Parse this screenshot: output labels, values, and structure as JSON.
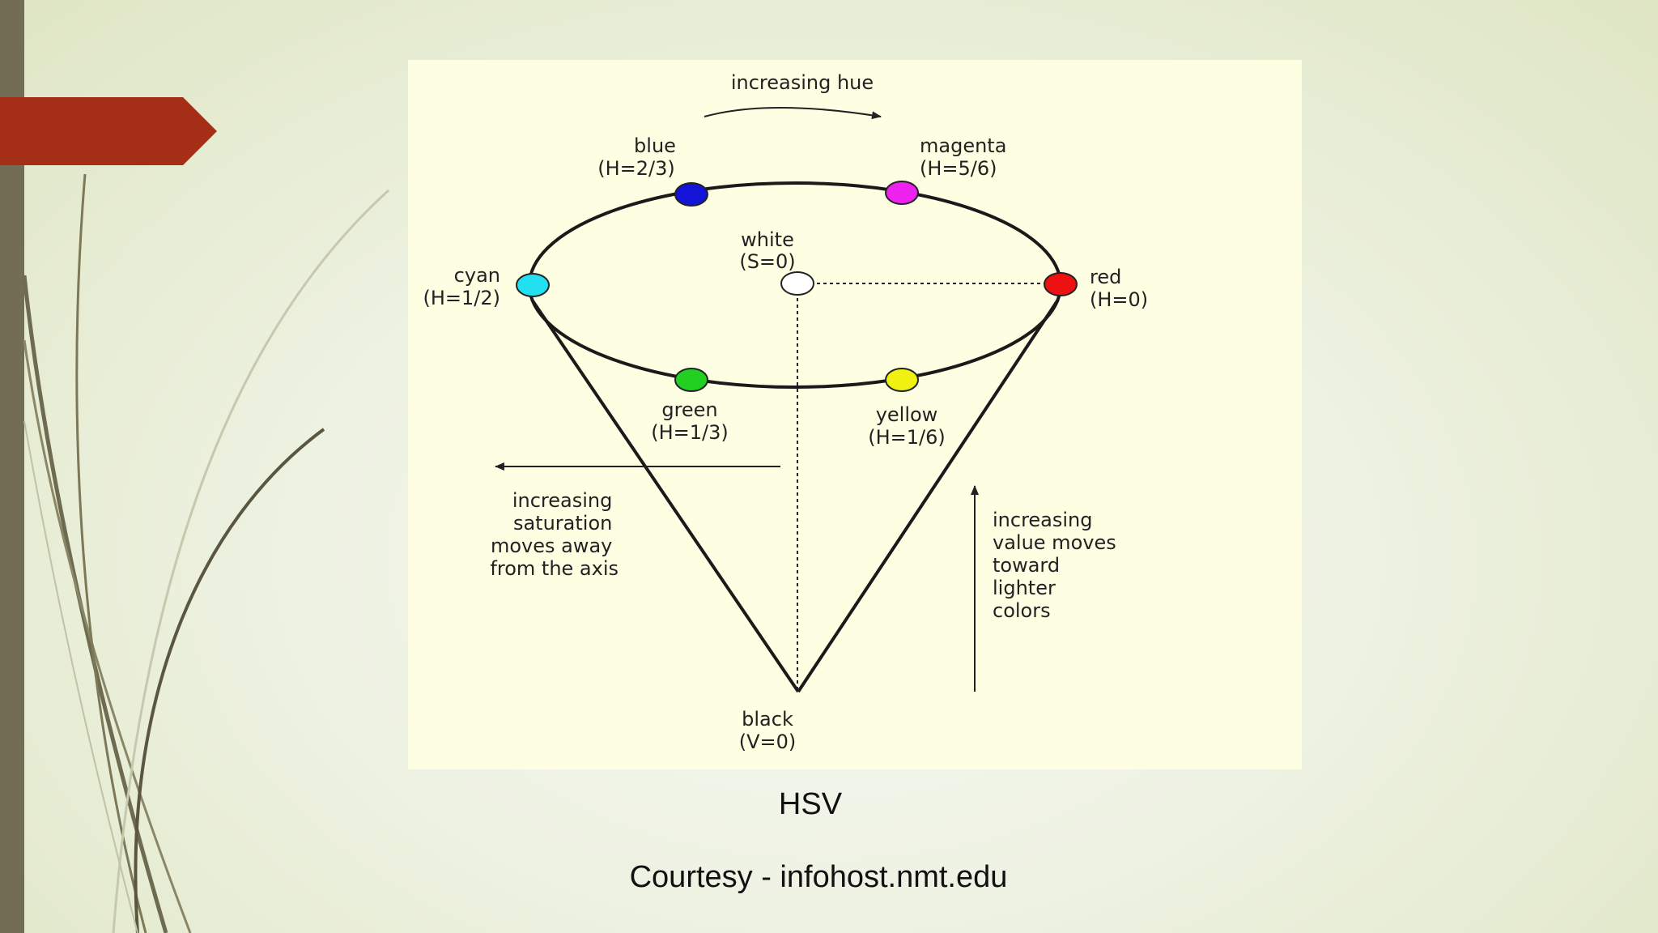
{
  "diagram": {
    "hue_arrow_label": "increasing hue",
    "points": {
      "blue": {
        "name": "blue",
        "param": "(H=2/3)",
        "color": "#1414d8"
      },
      "magenta": {
        "name": "magenta",
        "param": "(H=5/6)",
        "color": "#ee22ee"
      },
      "cyan": {
        "name": "cyan",
        "param": "(H=1/2)",
        "color": "#22e0f0"
      },
      "white": {
        "name": "white",
        "param": "(S=0)",
        "color": "#ffffff"
      },
      "red": {
        "name": "red",
        "param": "(H=0)",
        "color": "#ee1111"
      },
      "green": {
        "name": "green",
        "param": "(H=1/3)",
        "color": "#22d022"
      },
      "yellow": {
        "name": "yellow",
        "param": "(H=1/6)",
        "color": "#f0f011"
      },
      "black": {
        "name": "black",
        "param": "(V=0)"
      }
    },
    "saturation_note": [
      "increasing",
      "saturation",
      "moves away",
      "from the axis"
    ],
    "value_note": [
      "increasing",
      "value moves",
      "toward",
      "lighter",
      "colors"
    ]
  },
  "slide": {
    "title": "HSV",
    "credit": "Courtesy - infohost.nmt.edu",
    "accent_color": "#a52e16",
    "bar_color": "#736d55"
  }
}
